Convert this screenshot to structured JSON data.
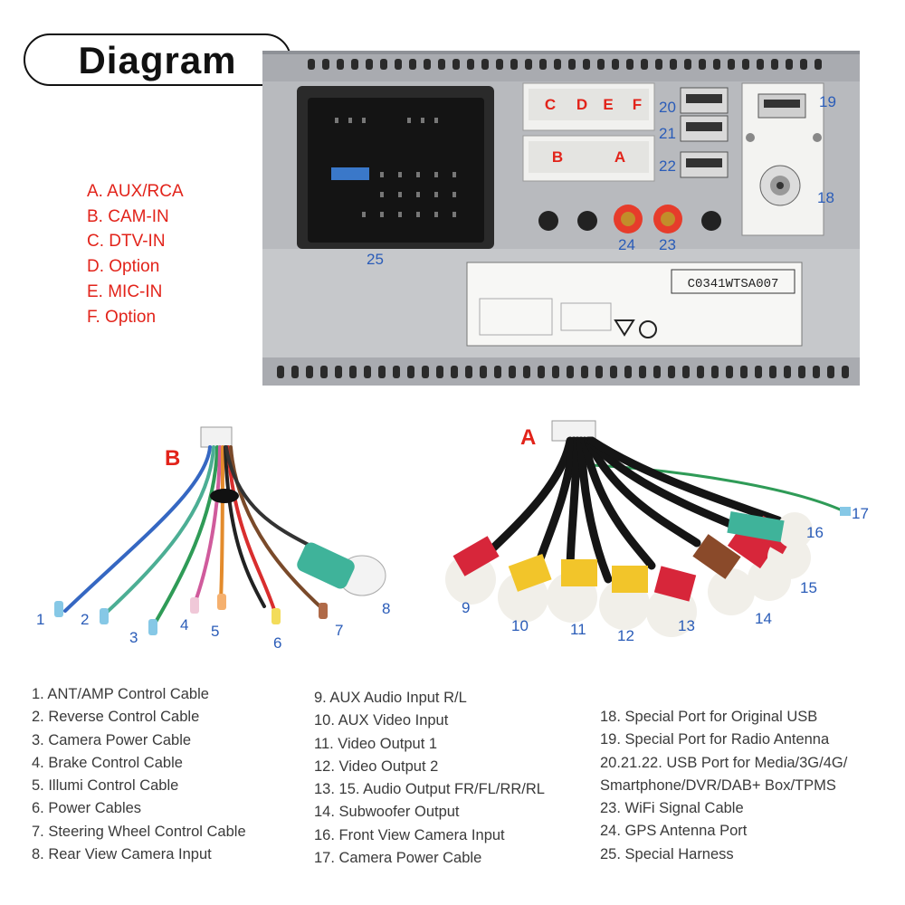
{
  "title": "Diagram",
  "abbreviations": [
    "A. AUX/RCA",
    "B. CAM-IN",
    "C. DTV-IN",
    "D. Option",
    "E. MIC-IN",
    "F. Option"
  ],
  "unit": {
    "connector_letters": [
      "C",
      "D",
      "E",
      "F",
      "B",
      "A"
    ],
    "port_numbers": [
      "19",
      "20",
      "21",
      "22",
      "18",
      "24",
      "23",
      "25"
    ],
    "label_code": "C0341WTSA007"
  },
  "harness_b": {
    "letter": "B",
    "cable_numbers": [
      "1",
      "2",
      "3",
      "4",
      "5",
      "6",
      "7",
      "8"
    ]
  },
  "harness_a": {
    "letter": "A",
    "cable_numbers": [
      "9",
      "10",
      "11",
      "12",
      "13",
      "14",
      "15",
      "16",
      "17"
    ]
  },
  "colors": {
    "accent_red": "#e2231a",
    "number_blue": "#2a5cb8",
    "text_gray": "#3a3a3a"
  },
  "legend": {
    "col1": [
      "1. ANT/AMP Control Cable",
      "2. Reverse Control Cable",
      "3. Camera Power Cable",
      "4. Brake Control Cable",
      "5. Illumi Control Cable",
      "6. Power Cables",
      "7. Steering Wheel Control Cable",
      "8. Rear View Camera Input"
    ],
    "col2": [
      "9. AUX Audio Input R/L",
      "10. AUX Video Input",
      "11. Video Output 1",
      "12. Video Output 2",
      "13. 15. Audio Output FR/FL/RR/RL",
      "14. Subwoofer Output",
      "16. Front View Camera Input",
      "17. Camera Power Cable"
    ],
    "col3": [
      "18. Special Port for Original USB",
      "19. Special Port for Radio Antenna",
      "20.21.22. USB Port for Media/3G/4G/",
      "Smartphone/DVR/DAB+ Box/TPMS",
      "23. WiFi Signal Cable",
      "24. GPS Antenna Port",
      "25. Special Harness"
    ]
  }
}
